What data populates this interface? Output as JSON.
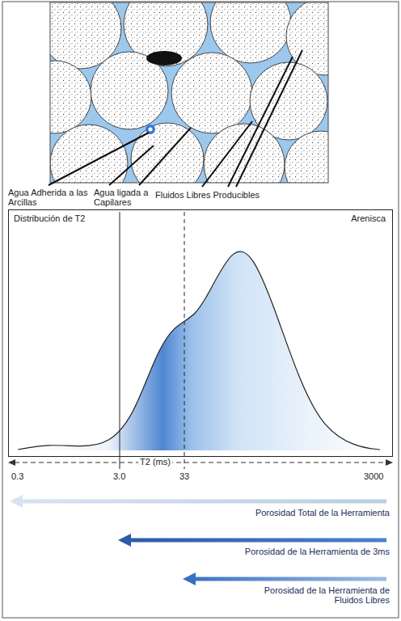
{
  "diagram": {
    "nodes": [
      {
        "text": [
          "Distribución de T2",
          "Arenisca"
        ]
      }
    ],
    "labels": [
      "Agua Adherida a las Arcillas",
      "Agua ligada a Capilares",
      "Fluidos Libres Producibles",
      "T2 (ms)",
      "0.3",
      "3.0",
      "33",
      "3000",
      "Porosidad Total de la Herramienta",
      "Porosidad de la Herramienta de 3ms",
      "Porosidad de la Herramienta de Fluidos Libres"
    ]
  }
}
